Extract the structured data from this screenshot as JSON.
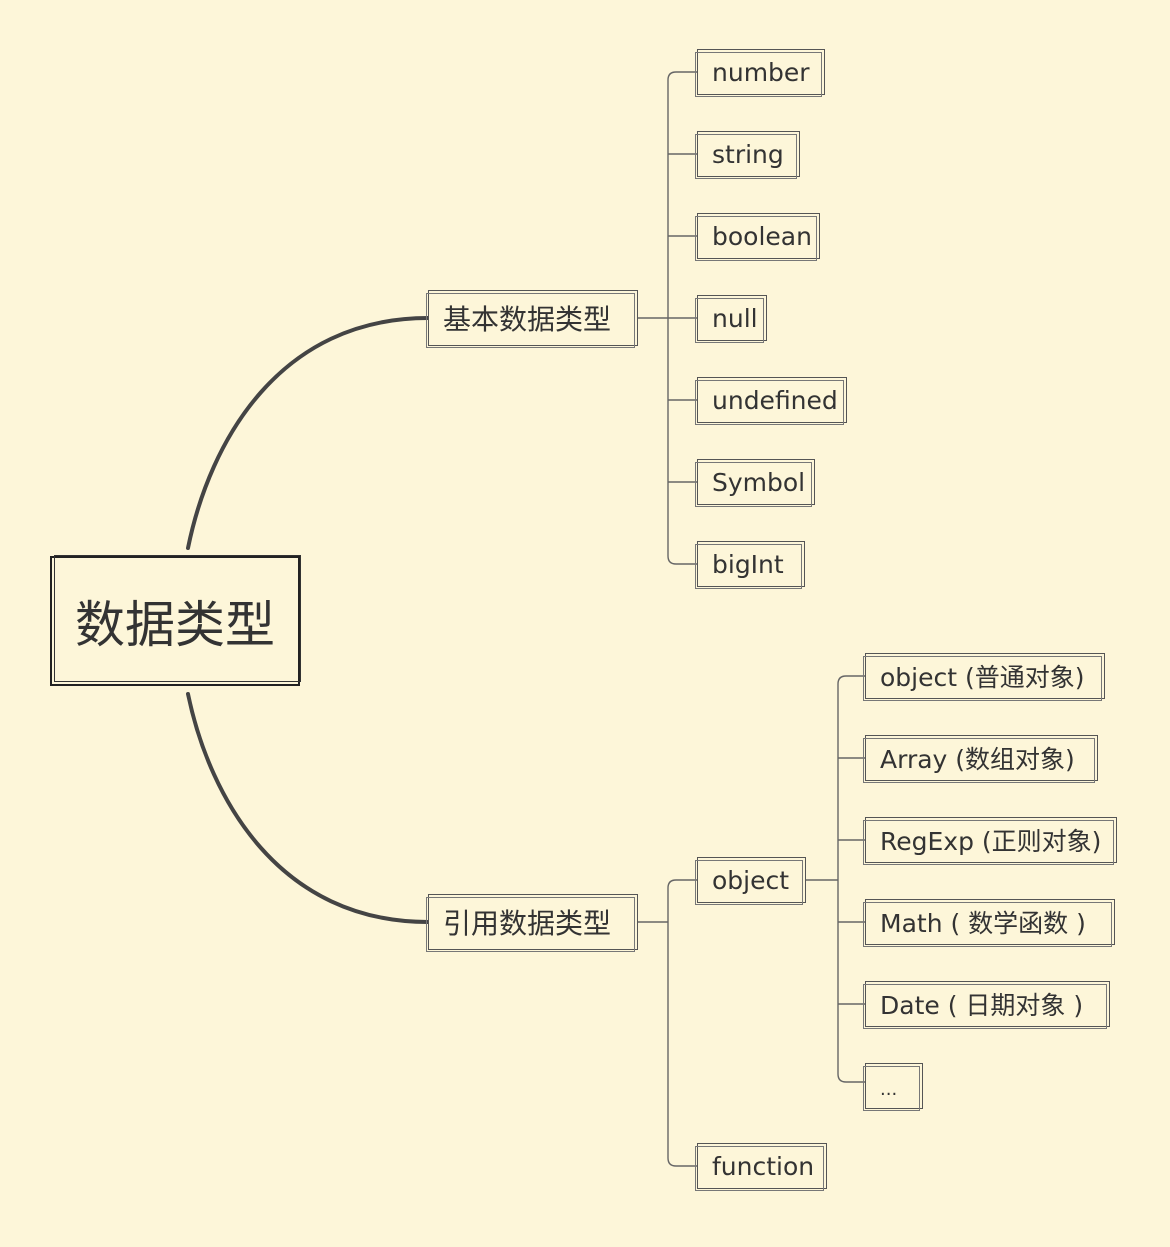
{
  "root": {
    "label": "数据类型"
  },
  "branches": [
    {
      "label": "基本数据类型",
      "children": [
        "number",
        "string",
        "boolean",
        "null",
        "undefined",
        "Symbol",
        "bigInt"
      ]
    },
    {
      "label": "引用数据类型",
      "object": {
        "label": "object",
        "children": [
          "object (普通对象)",
          "Array (数组对象)",
          "RegExp (正则对象)",
          "Math ( 数学函数 )",
          "Date ( 日期对象 )",
          "..."
        ]
      },
      "function": {
        "label": "function"
      }
    }
  ],
  "colors": {
    "background": "#fdf6d9",
    "main_line": "#444444",
    "branch_line": "#666666",
    "text": "#333333"
  }
}
